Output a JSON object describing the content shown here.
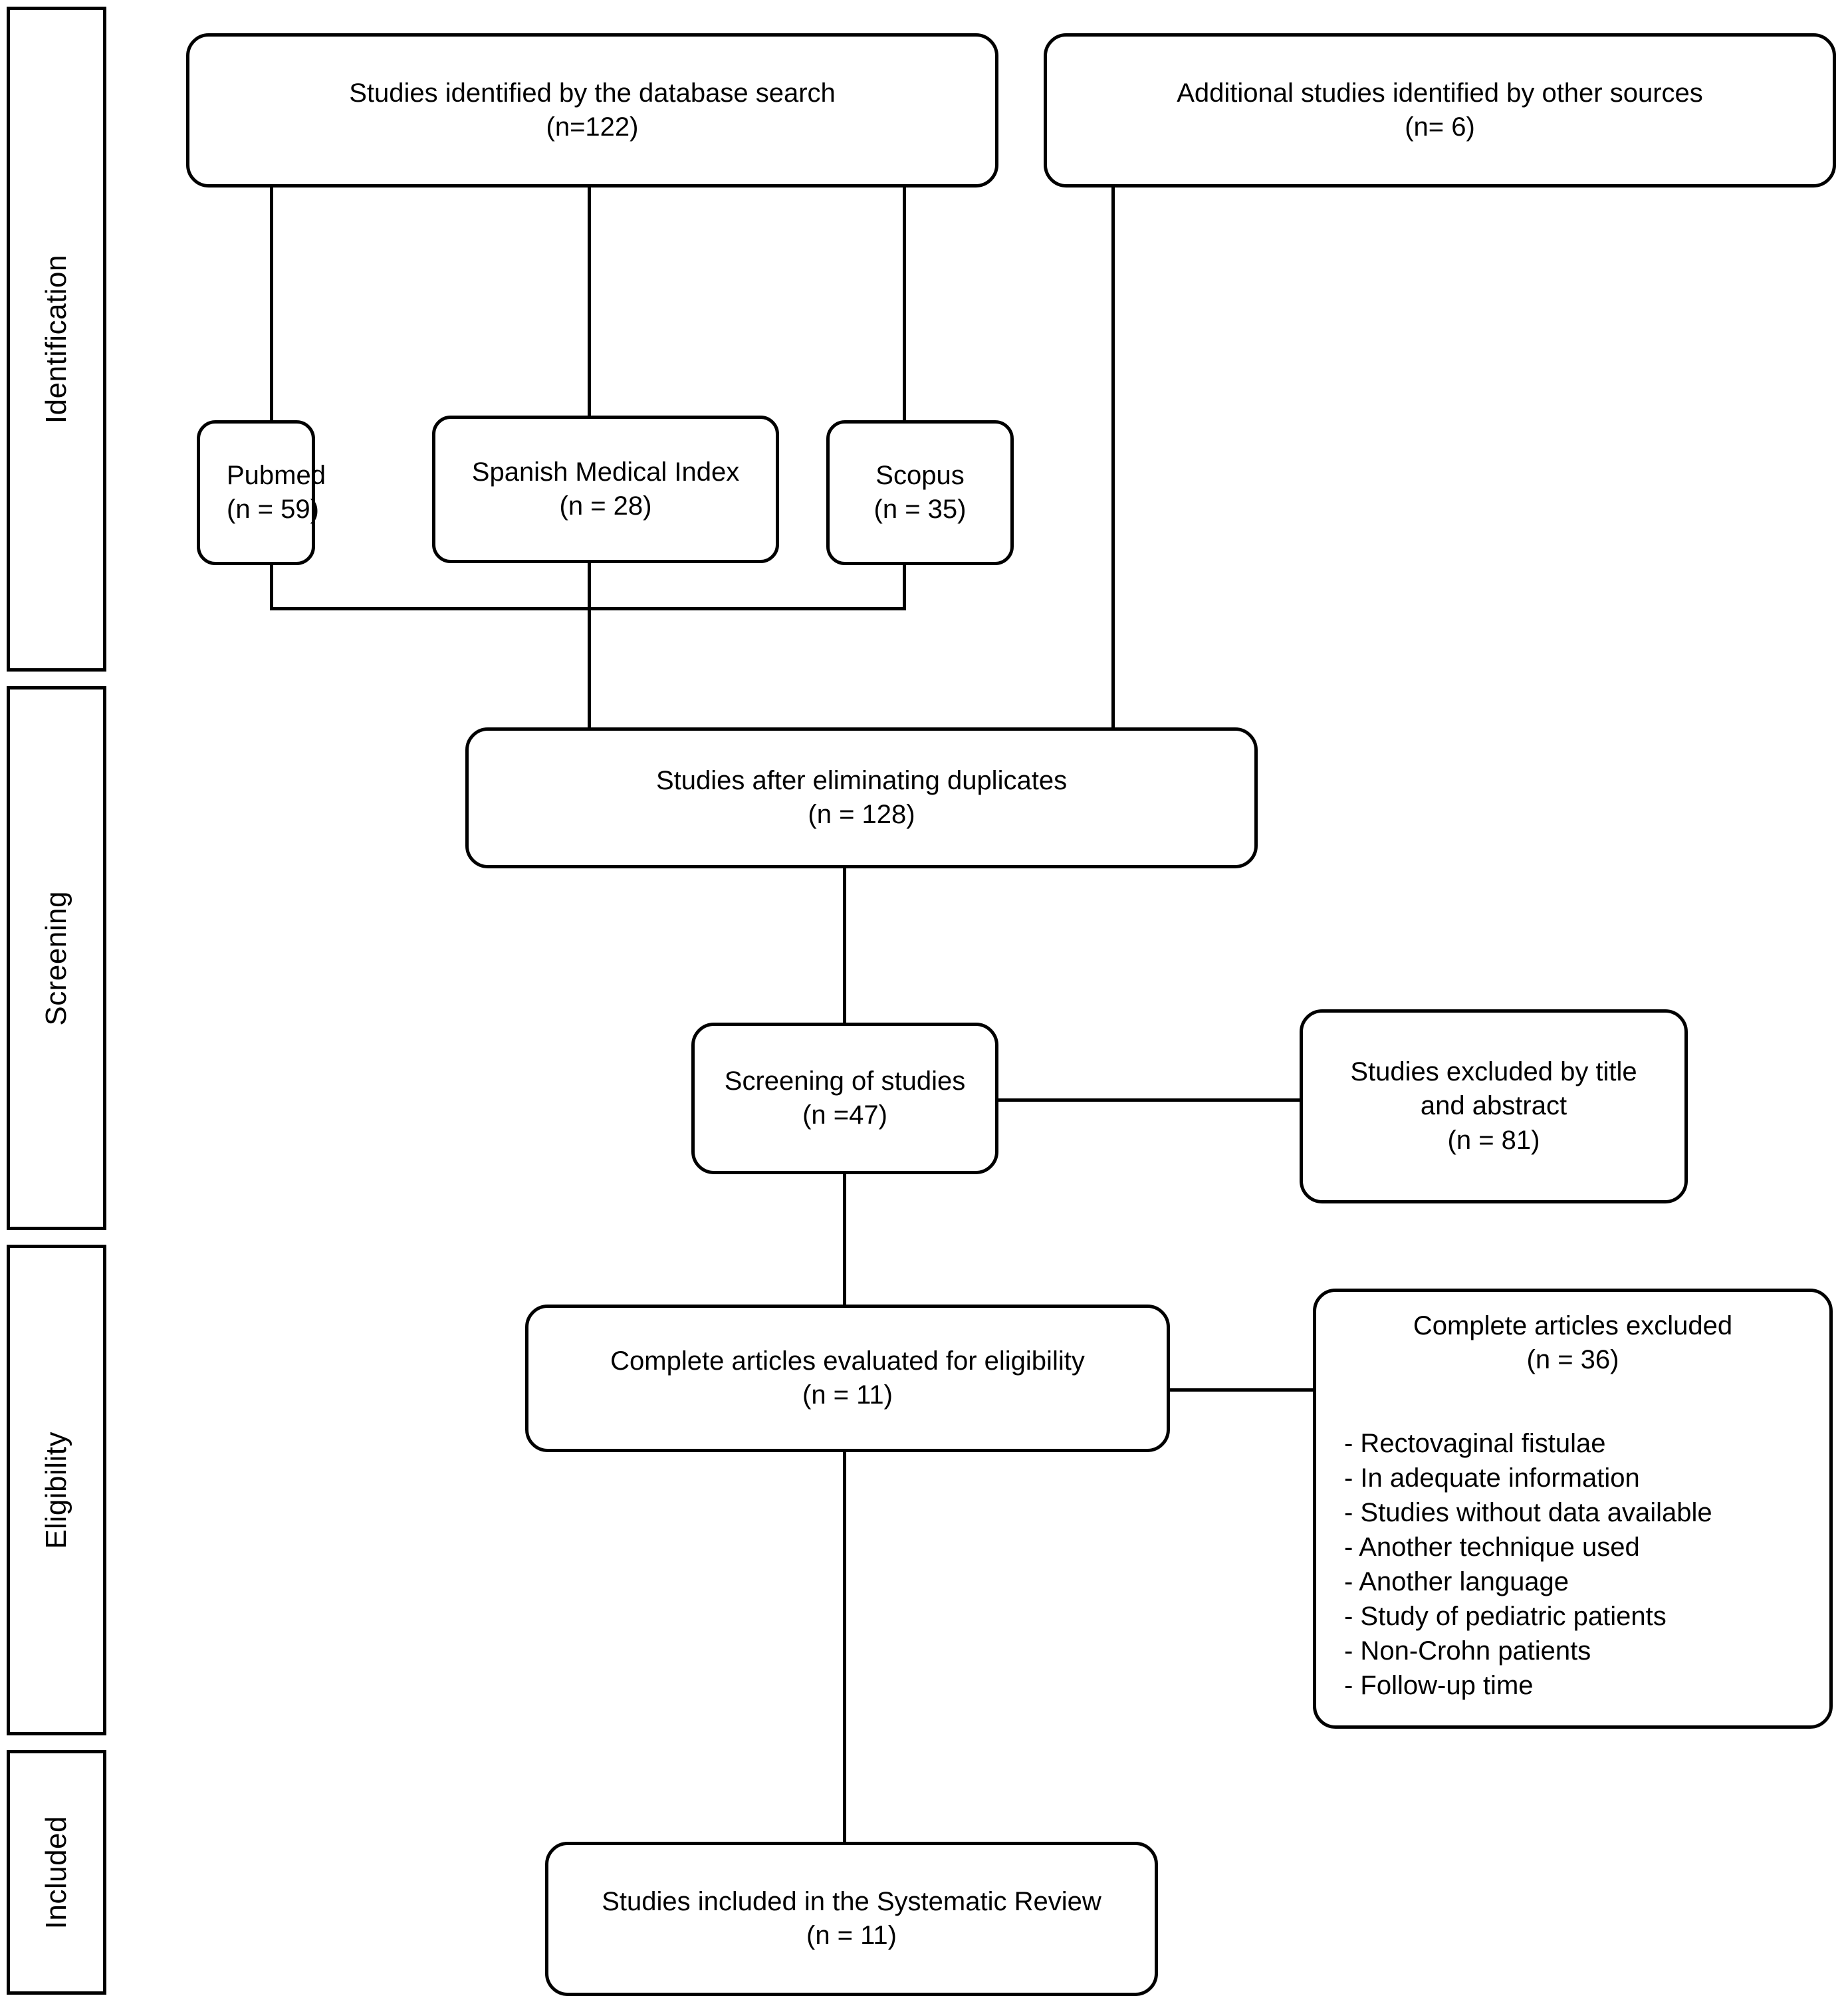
{
  "diagram": {
    "title": "PRISMA flow diagram",
    "stages": [
      {
        "id": "identification",
        "label": "Identification"
      },
      {
        "id": "screening",
        "label": "Screening"
      },
      {
        "id": "eligibility",
        "label": "Eligibility"
      },
      {
        "id": "included",
        "label": "Included"
      }
    ],
    "nodes": {
      "db_search": {
        "line1": "Studies identified by the database search",
        "line2": "(n=122)"
      },
      "other_sources": {
        "line1": "Additional studies identified by other sources",
        "line2": "(n= 6)"
      },
      "pubmed": {
        "line1": "Pubmed",
        "line2": "(n = 59)"
      },
      "spanish_medical_index": {
        "line1": "Spanish Medical Index",
        "line2": "(n = 28)"
      },
      "scopus": {
        "line1": "Scopus",
        "line2": "(n = 35)"
      },
      "after_duplicates": {
        "line1": "Studies after eliminating duplicates",
        "line2": "(n = 128)"
      },
      "screening_of_studies": {
        "line1": "Screening of studies",
        "line2": "(n =47)"
      },
      "excluded_title_abstract": {
        "line1": "Studies excluded by title",
        "line2": "and abstract",
        "line3": "(n = 81)"
      },
      "full_text_assessed": {
        "line1": "Complete articles evaluated for eligibility",
        "line2": "(n = 11)"
      },
      "full_text_excluded": {
        "line1": "Complete articles excluded",
        "line2": "(n = 36)",
        "reasons": [
          "- Rectovaginal fistulae",
          "- In adequate information",
          "- Studies without data available",
          "- Another technique used",
          "- Another language",
          "- Study of pediatric patients",
          "- Non-Crohn patients",
          "- Follow-up time"
        ]
      },
      "included_studies": {
        "line1": "Studies included in the Systematic Review",
        "line2": "(n = 11)"
      }
    },
    "colors": {
      "stroke": "#000000",
      "fill": "#ffffff",
      "text": "#000000"
    }
  },
  "chart_data": {
    "type": "diagram",
    "title": "PRISMA flow diagram",
    "stages": [
      "Identification",
      "Screening",
      "Eligibility",
      "Included"
    ],
    "counts": {
      "database_search": 122,
      "other_sources": 6,
      "pubmed": 59,
      "spanish_medical_index": 28,
      "scopus": 35,
      "after_duplicates": 128,
      "screened": 47,
      "excluded_title_abstract": 81,
      "full_text_assessed": 11,
      "full_text_excluded": 36,
      "included": 11
    },
    "exclusion_reasons": [
      "Rectovaginal fistulae",
      "In adequate information",
      "Studies without data available",
      "Another technique used",
      "Another language",
      "Study of pediatric patients",
      "Non-Crohn patients",
      "Follow-up time"
    ]
  }
}
